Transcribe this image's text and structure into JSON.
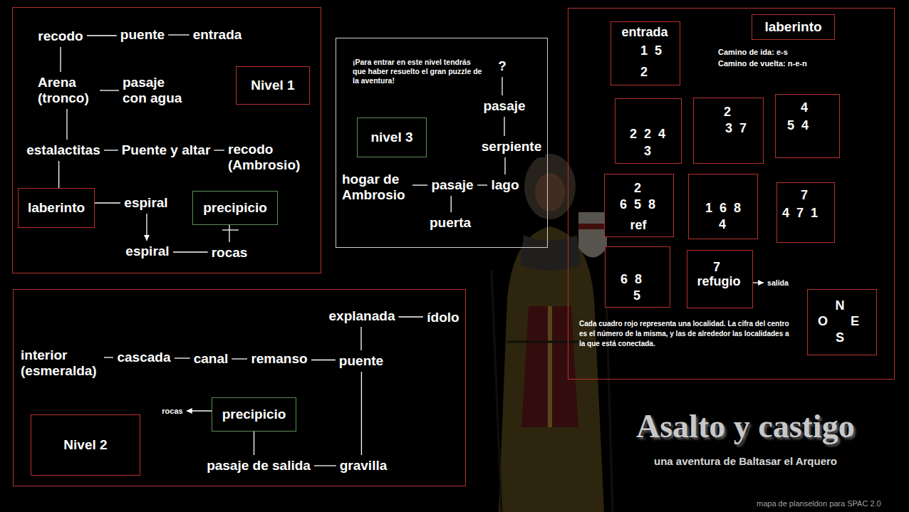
{
  "diagram": {
    "title": "Asalto y castigo",
    "nodes": [
      {
        "text": []
      },
      {
        "text": [
          "recodo"
        ],
        "in": 0
      },
      {
        "text": [
          "puente"
        ],
        "in": 0
      },
      {
        "text": [
          "entrada"
        ],
        "in": 0
      },
      {
        "text": [
          "Arena (tronco)"
        ],
        "in": 0
      },
      {
        "text": [
          "pasaje con agua"
        ],
        "in": 0
      },
      {
        "text": [
          "Nivel 1"
        ],
        "in": 0
      },
      {
        "text": [
          "estalactitas"
        ],
        "in": 0
      },
      {
        "text": [
          "Puente y altar"
        ],
        "in": 0
      },
      {
        "text": [
          "recodo (Ambrosio)"
        ],
        "in": 0
      },
      {
        "text": [
          "laberinto"
        ],
        "in": 0
      },
      {
        "text": [
          "espiral"
        ],
        "in": 0
      },
      {
        "text": [
          "precipicio"
        ],
        "in": 0
      },
      {
        "text": [
          "espiral"
        ],
        "in": 0
      },
      {
        "text": [
          "rocas"
        ],
        "in": 0
      },
      {
        "text": [
          "¡Para entrar en este nivel tendrás que haber resuelto el gran puzzle de la aventura!"
        ]
      },
      {
        "text": [
          "?"
        ],
        "in": 15
      },
      {
        "text": [
          "pasaje"
        ],
        "in": 15
      },
      {
        "text": [
          "nivel 3"
        ],
        "in": 15
      },
      {
        "text": [
          "serpiente"
        ],
        "in": 15
      },
      {
        "text": [
          "hogar de Ambrosio"
        ],
        "in": 15
      },
      {
        "text": [
          "pasaje"
        ],
        "in": 15
      },
      {
        "text": [
          "lago"
        ],
        "in": 15
      },
      {
        "text": [
          "puerta"
        ],
        "in": 15
      },
      {
        "text": [
          "Camino de ida: e-s",
          "Camino de vuelta: n-e-n",
          "Cada cuadro rojo representa una localidad. La cifra del centro es el número de la misma, y las de alrededor las localidades a la que está conectada."
        ]
      },
      {
        "text": [
          "entrada",
          "1 5",
          "2"
        ],
        "in": 24
      },
      {
        "text": [
          "laberinto"
        ],
        "in": 24
      },
      {
        "text": [
          "2 2 4",
          "3"
        ],
        "in": 24
      },
      {
        "text": [
          "2",
          "3 7"
        ],
        "in": 24
      },
      {
        "text": [
          "4",
          "5 4"
        ],
        "in": 24
      },
      {
        "text": [
          "2",
          "6 5 8",
          "ref"
        ],
        "in": 24
      },
      {
        "text": [
          "1 6 8",
          "4"
        ],
        "in": 24
      },
      {
        "text": [
          "7",
          "4 7 1"
        ],
        "in": 24
      },
      {
        "text": [
          "6 8",
          "5"
        ],
        "in": 24
      },
      {
        "text": [
          "7",
          "refugio"
        ],
        "in": 24
      },
      {
        "text": [
          "salida"
        ],
        "in": 24
      },
      {
        "text": [
          "N",
          "O",
          "E",
          "S"
        ],
        "in": 24
      },
      {
        "text": []
      },
      {
        "text": [
          "explanada"
        ],
        "in": 37
      },
      {
        "text": [
          "ídolo"
        ],
        "in": 37
      },
      {
        "text": [
          "interior (esmeralda)"
        ],
        "in": 37
      },
      {
        "text": [
          "cascada"
        ],
        "in": 37
      },
      {
        "text": [
          "canal"
        ],
        "in": 37
      },
      {
        "text": [
          "remanso"
        ],
        "in": 37
      },
      {
        "text": [
          "puente"
        ],
        "in": 37
      },
      {
        "text": [
          "rocas"
        ],
        "in": 37
      },
      {
        "text": [
          "precipicio"
        ],
        "in": 37
      },
      {
        "text": [
          "Nivel 2"
        ],
        "in": 37
      },
      {
        "text": [
          "pasaje de salida"
        ],
        "in": 37
      },
      {
        "text": [
          "gravilla"
        ],
        "in": 37
      }
    ],
    "edges": [
      {
        "from": 1,
        "to": 2,
        "arrow": "none"
      },
      {
        "from": 2,
        "to": 3,
        "arrow": "none"
      },
      {
        "from": 1,
        "to": 4,
        "arrow": "none"
      },
      {
        "from": 4,
        "to": 5,
        "arrow": "none"
      },
      {
        "from": 4,
        "to": 7,
        "arrow": "none"
      },
      {
        "from": 7,
        "to": 8,
        "arrow": "none"
      },
      {
        "from": 8,
        "to": 9,
        "arrow": "none"
      },
      {
        "from": 7,
        "to": 10,
        "arrow": "none"
      },
      {
        "from": 10,
        "to": 11,
        "arrow": "none"
      },
      {
        "from": 11,
        "to": 13,
        "arrow": "to"
      },
      {
        "from": 13,
        "to": 14,
        "arrow": "none"
      },
      {
        "from": 14,
        "to": 12,
        "arrow": "none"
      },
      {
        "from": 16,
        "to": 17,
        "arrow": "none"
      },
      {
        "from": 17,
        "to": 19,
        "arrow": "none"
      },
      {
        "from": 19,
        "to": 22,
        "arrow": "none"
      },
      {
        "from": 20,
        "to": 21,
        "arrow": "none"
      },
      {
        "from": 21,
        "to": 22,
        "arrow": "none"
      },
      {
        "from": 21,
        "to": 23,
        "arrow": "none"
      },
      {
        "from": 34,
        "to": 35,
        "arrow": "to"
      },
      {
        "from": 38,
        "to": 39,
        "arrow": "none"
      },
      {
        "from": 40,
        "to": 41,
        "arrow": "none"
      },
      {
        "from": 41,
        "to": 42,
        "arrow": "none"
      },
      {
        "from": 42,
        "to": 43,
        "arrow": "none"
      },
      {
        "from": 43,
        "to": 44,
        "arrow": "none"
      },
      {
        "from": 38,
        "to": 44,
        "arrow": "none"
      },
      {
        "from": 44,
        "to": 49,
        "arrow": "none"
      },
      {
        "from": 48,
        "to": 49,
        "arrow": "none"
      },
      {
        "from": 48,
        "to": 46,
        "arrow": "none"
      },
      {
        "from": 46,
        "to": 45,
        "arrow": "to"
      }
    ],
    "labels": [
      "una aventura de Baltasar el Arquero",
      "mapa de planseldon para SPAC 2.0"
    ]
  }
}
